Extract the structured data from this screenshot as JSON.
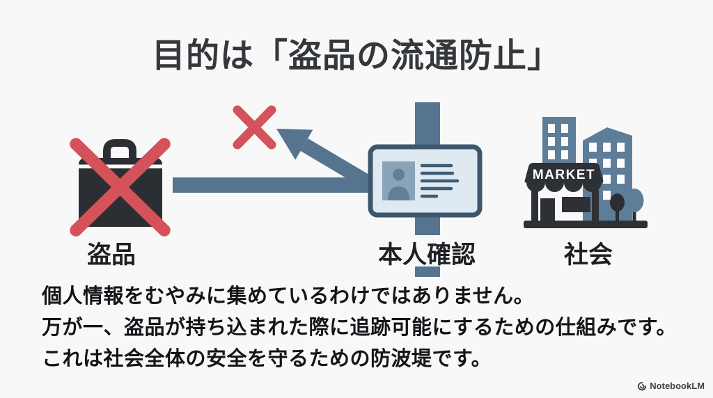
{
  "slide": {
    "title": "目的は「盗品の流通防止」",
    "diagram": {
      "stolen_goods": {
        "label": "盗品"
      },
      "identity_check": {
        "label": "本人確認"
      },
      "society": {
        "label": "社会"
      },
      "market_sign": "MARKET"
    },
    "body_lines": [
      "個人情報をむやみに集めているわけではありません。",
      "万が一、盗品が持ち込まれた際に追跡可能にするための仕組みです。",
      "これは社会全体の安全を守るための防波堤です。"
    ],
    "watermark": "NotebookLM",
    "icons": [
      "briefcase-icon",
      "prohibited-x-icon",
      "blocked-arrow-icon",
      "id-card-icon",
      "market-buildings-icon",
      "notebooklm-logo-icon"
    ],
    "colors": {
      "background": "#f8f8f8",
      "slate_blue": "#567490",
      "slate_dark": "#3d586e",
      "card_fill": "#dfe9f1",
      "alert_red": "#d5525a",
      "icon_dark": "#2b2f34",
      "building_blue": "#5e7d99",
      "title_gray": "#34383c",
      "text_dark": "#131518"
    }
  }
}
